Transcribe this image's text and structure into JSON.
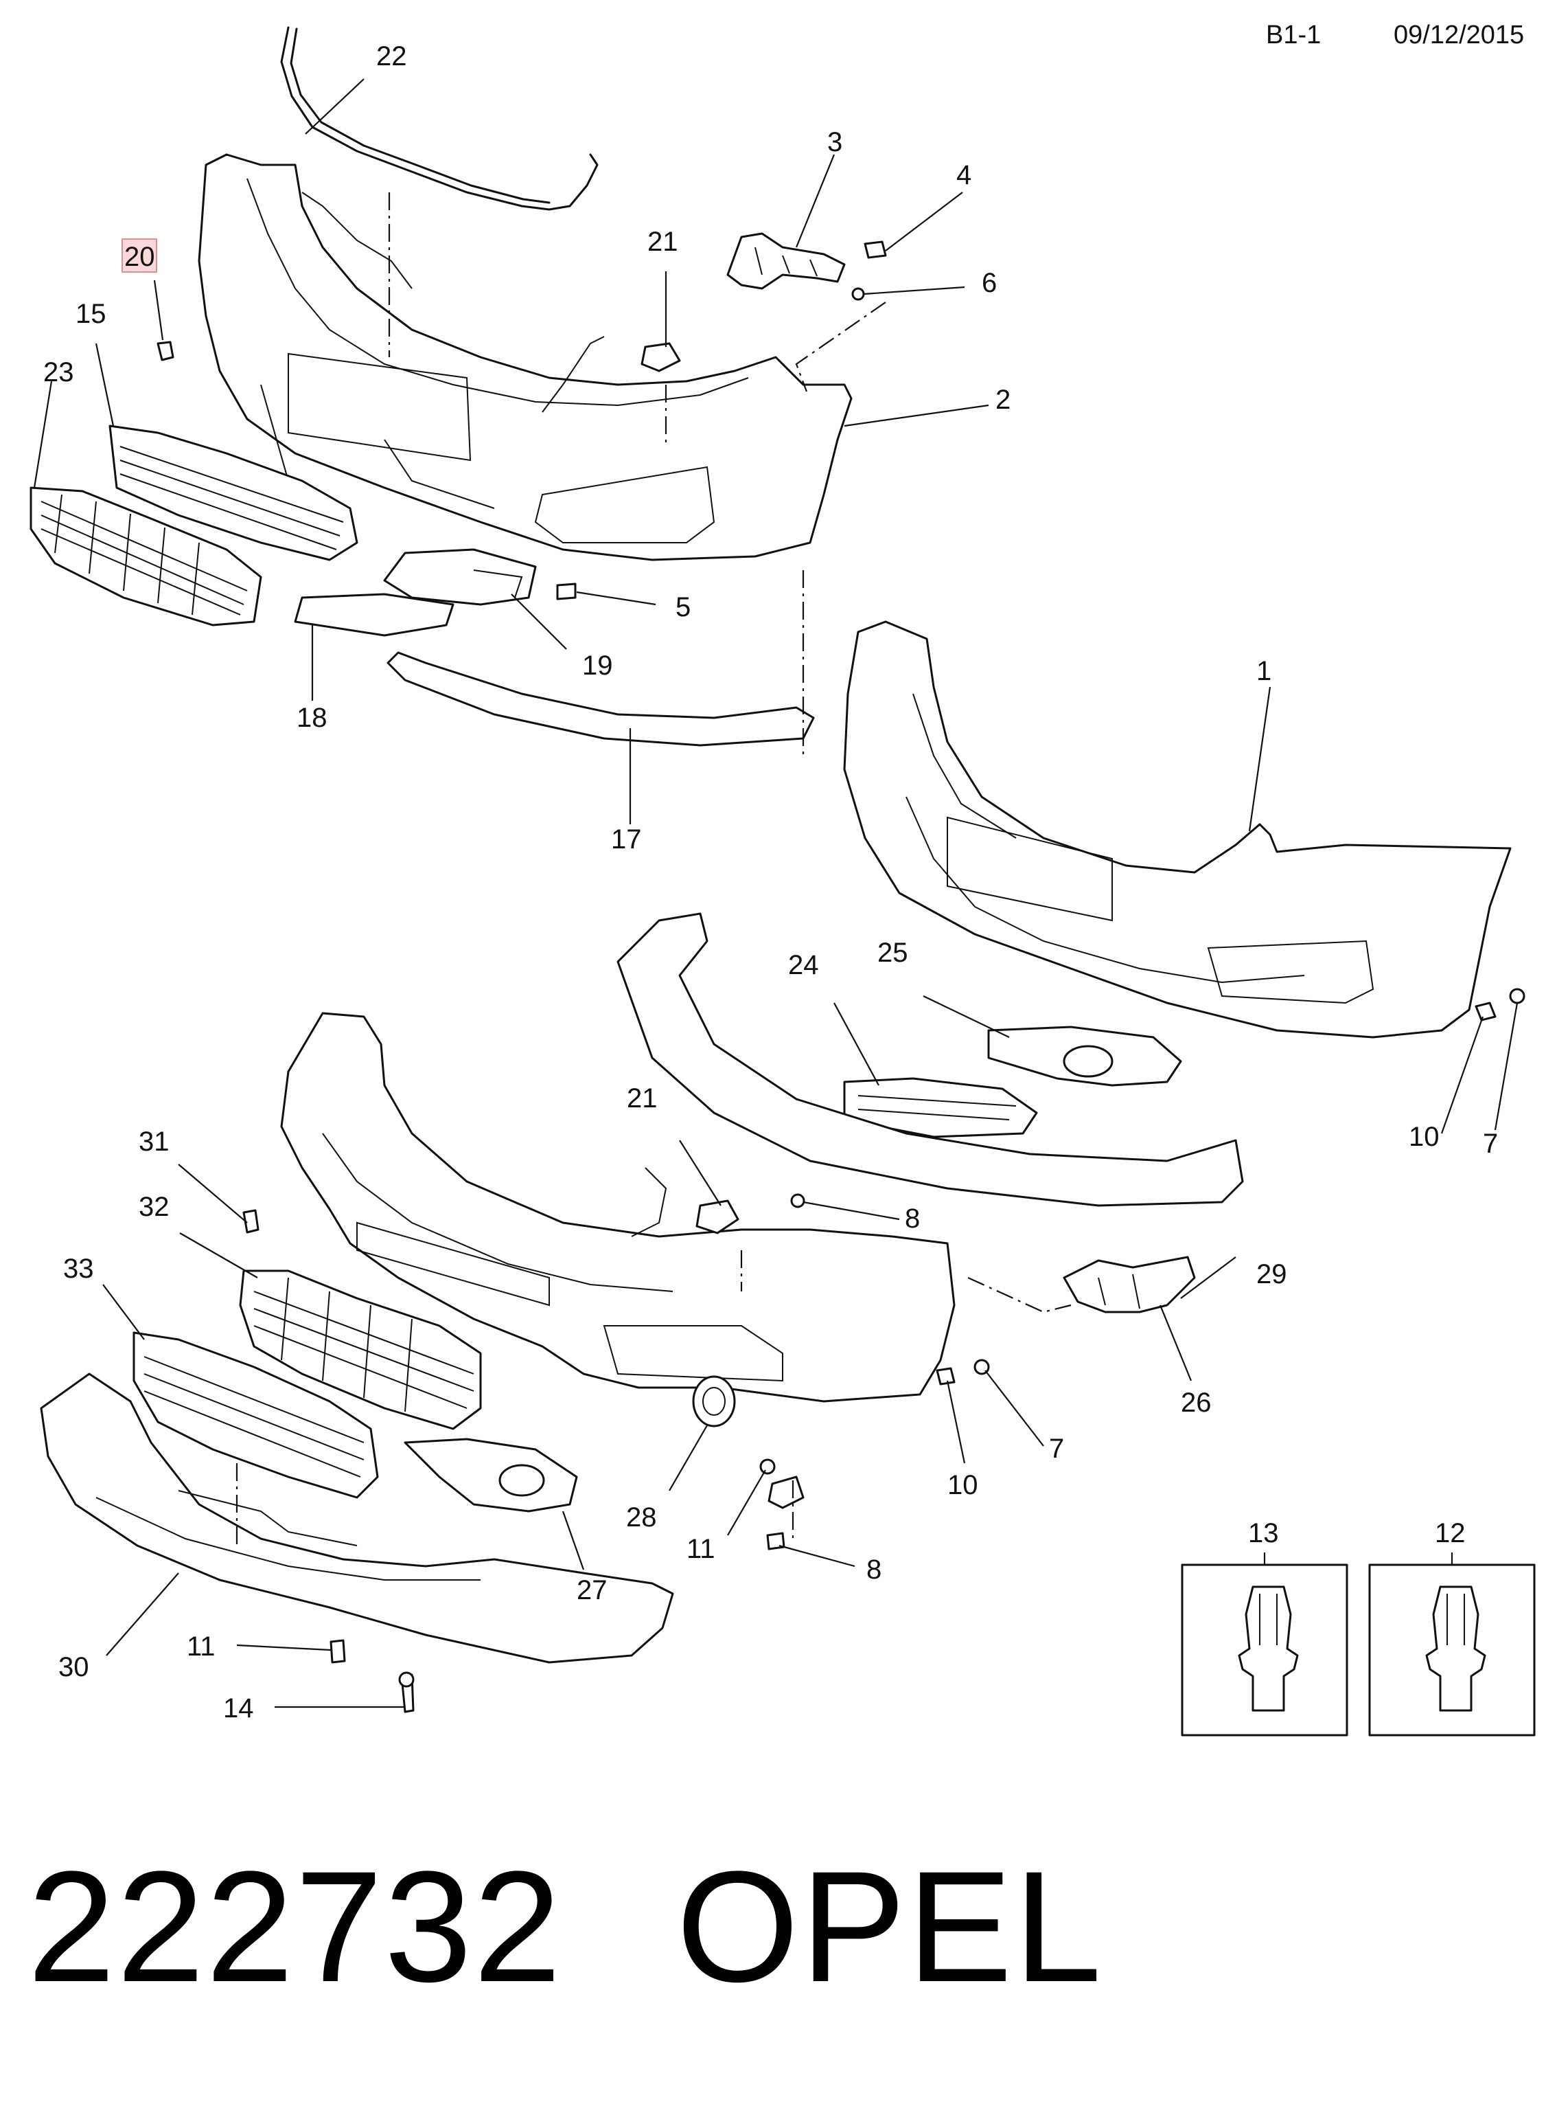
{
  "header": {
    "page_code": "B1-1",
    "date": "09/12/2015"
  },
  "footer": {
    "part_number": "222732",
    "brand": "OPEL"
  },
  "diagram": {
    "highlighted_callout": "20",
    "callouts": [
      "22",
      "3",
      "4",
      "21",
      "6",
      "20",
      "15",
      "23",
      "2",
      "5",
      "19",
      "18",
      "1",
      "17",
      "24",
      "25",
      "10",
      "7",
      "21",
      "31",
      "8",
      "32",
      "29",
      "33",
      "26",
      "7",
      "10",
      "28",
      "11",
      "8",
      "27",
      "13",
      "12",
      "11",
      "30",
      "14"
    ]
  }
}
